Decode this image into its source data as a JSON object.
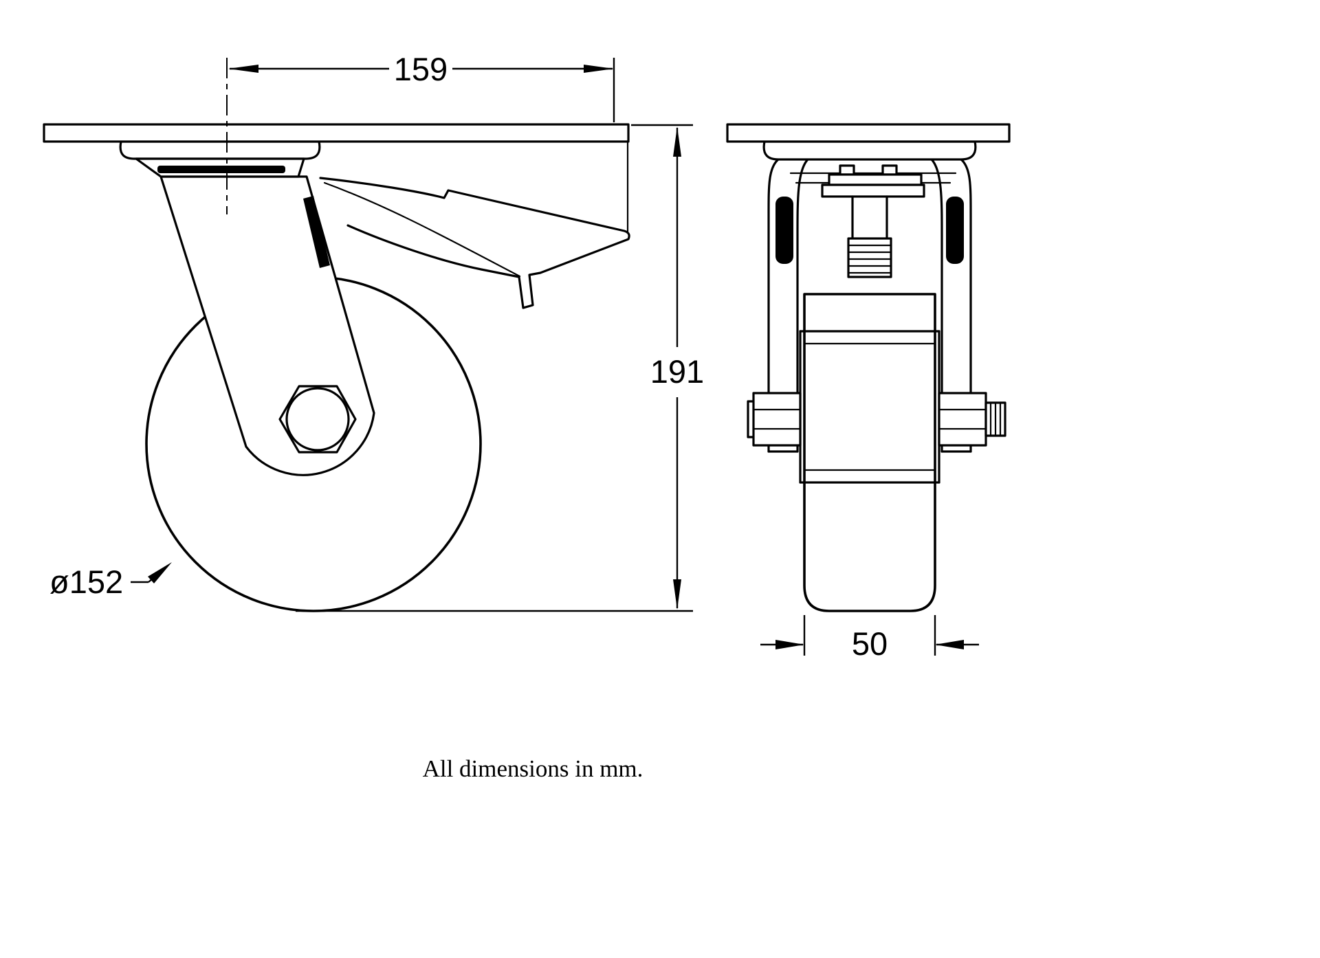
{
  "diagram": {
    "caption": "All dimensions in mm.",
    "dims": {
      "plate_length": "159",
      "overall_height": "191",
      "wheel_diameter": "ø152",
      "wheel_width": "50"
    },
    "colors": {
      "line": "#000000",
      "background": "#ffffff"
    }
  }
}
